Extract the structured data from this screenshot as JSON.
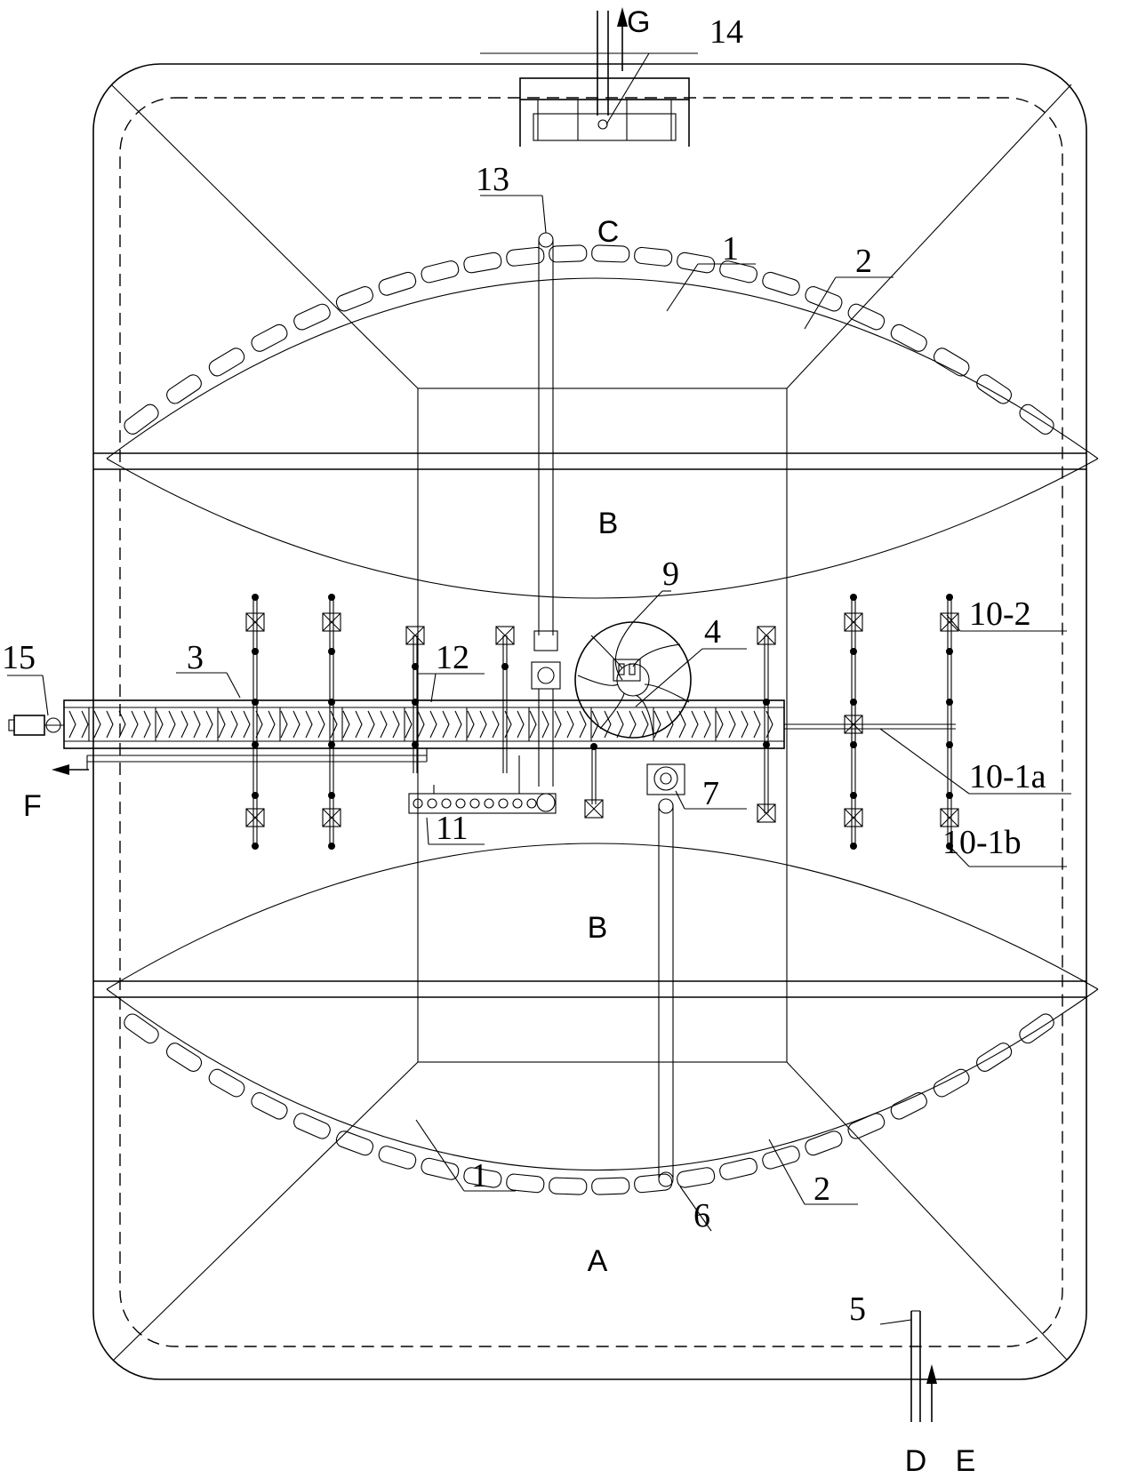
{
  "diagram": {
    "zones": {
      "a": "A",
      "b_upper": "B",
      "b_lower": "B",
      "c": "C"
    },
    "flows": {
      "d": "D",
      "e": "E",
      "f": "F",
      "g": "G"
    },
    "callouts": {
      "c1_top": "1",
      "c1_bottom": "1",
      "c2_top": "2",
      "c2_bottom": "2",
      "c3": "3",
      "c4": "4",
      "c5": "5",
      "c6": "6",
      "c7": "7",
      "c9": "9",
      "c10_1a": "10-1a",
      "c10_1b": "10-1b",
      "c10_2": "10-2",
      "c11": "11",
      "c12": "12",
      "c13": "13",
      "c14": "14",
      "c15": "15"
    }
  }
}
